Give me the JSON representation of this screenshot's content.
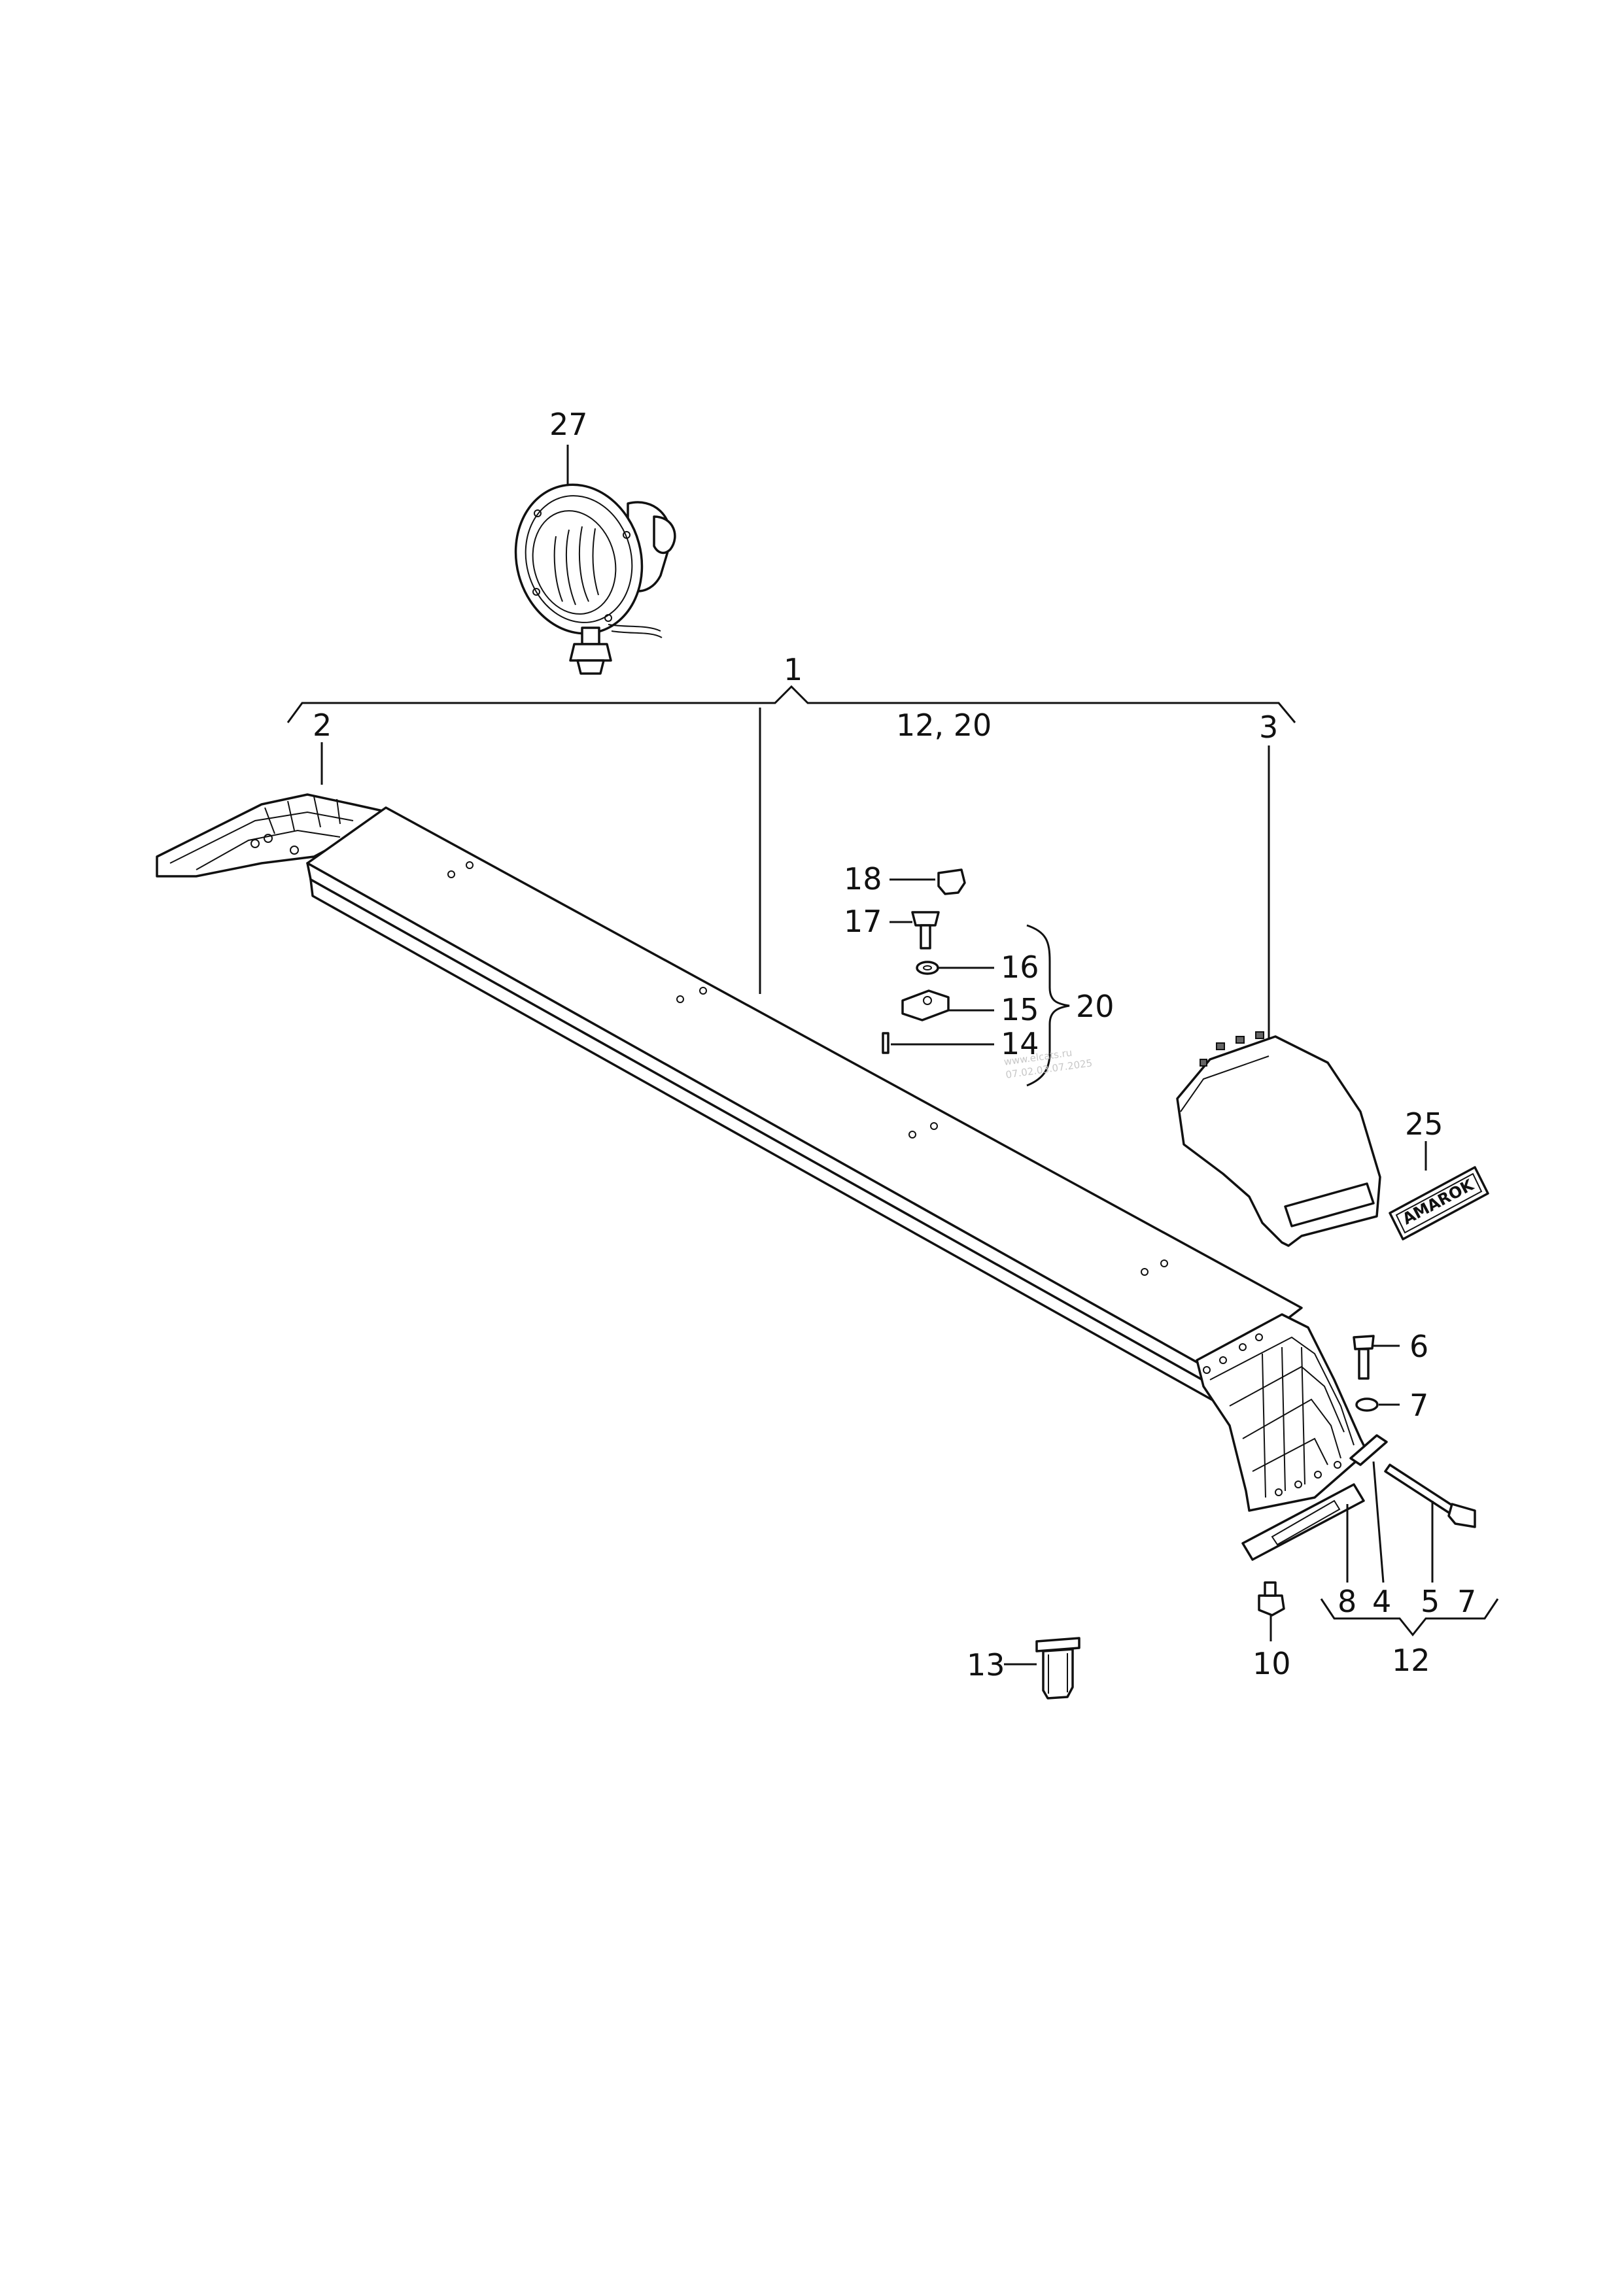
{
  "callouts": {
    "c1": "1",
    "c2": "2",
    "c3": "3",
    "c12_20": "12, 20",
    "c27": "27",
    "c18": "18",
    "c17": "17",
    "c16": "16",
    "c15": "15",
    "c14": "14",
    "c20": "20",
    "c25": "25",
    "c6": "6",
    "c7a": "7",
    "c8": "8",
    "c4": "4",
    "c5": "5",
    "c7b": "7",
    "c12": "12",
    "c10": "10",
    "c13": "13"
  },
  "badge_text": "AMAROK",
  "watermark": {
    "line1": "www.elcats.ru",
    "line2": "07.02.03.07.2025"
  }
}
